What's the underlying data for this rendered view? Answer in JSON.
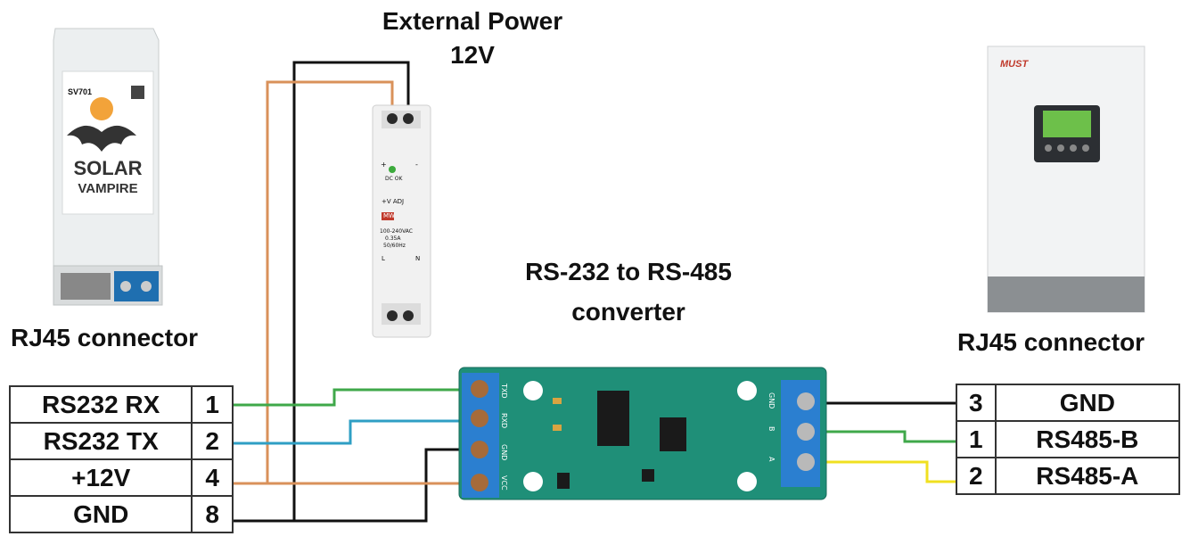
{
  "title": {
    "power_line1": "External Power",
    "power_line2": "12V",
    "converter_line1": "RS-232 to RS-485",
    "converter_line2": "converter"
  },
  "left_device": {
    "model": "SV701",
    "brand_line1": "SOLAR",
    "brand_line2": "VAMPIRE",
    "connector_label": "RJ45 connector"
  },
  "right_device": {
    "brand": "MUST",
    "connector_label": "RJ45 connector"
  },
  "power_supply": {
    "plus": "+",
    "minus": "-",
    "dc_ok": "DC OK",
    "adj": "+V ADJ",
    "logo": "MW",
    "spec1": "100-240VAC",
    "spec2": "0.35A",
    "spec3": "50/60Hz",
    "l": "L",
    "n": "N"
  },
  "converter_board": {
    "pins_left": [
      "TXD",
      "RXD",
      "GND",
      "VCC"
    ],
    "pins_right": [
      "GND",
      "B",
      "A"
    ]
  },
  "left_table": [
    {
      "signal": "RS232 RX",
      "pin": "1"
    },
    {
      "signal": "RS232  TX",
      "pin": "2"
    },
    {
      "signal": "+12V",
      "pin": "4"
    },
    {
      "signal": "GND",
      "pin": "8"
    }
  ],
  "right_table": [
    {
      "pin": "3",
      "signal": "GND"
    },
    {
      "pin": "1",
      "signal": "RS485-B"
    },
    {
      "pin": "2",
      "signal": "RS485-A"
    }
  ],
  "wire_colors": {
    "black": "#111111",
    "orange": "#d9915a",
    "green": "#3fa84a",
    "blue": "#2f9fc4",
    "yellow": "#f0e020"
  }
}
